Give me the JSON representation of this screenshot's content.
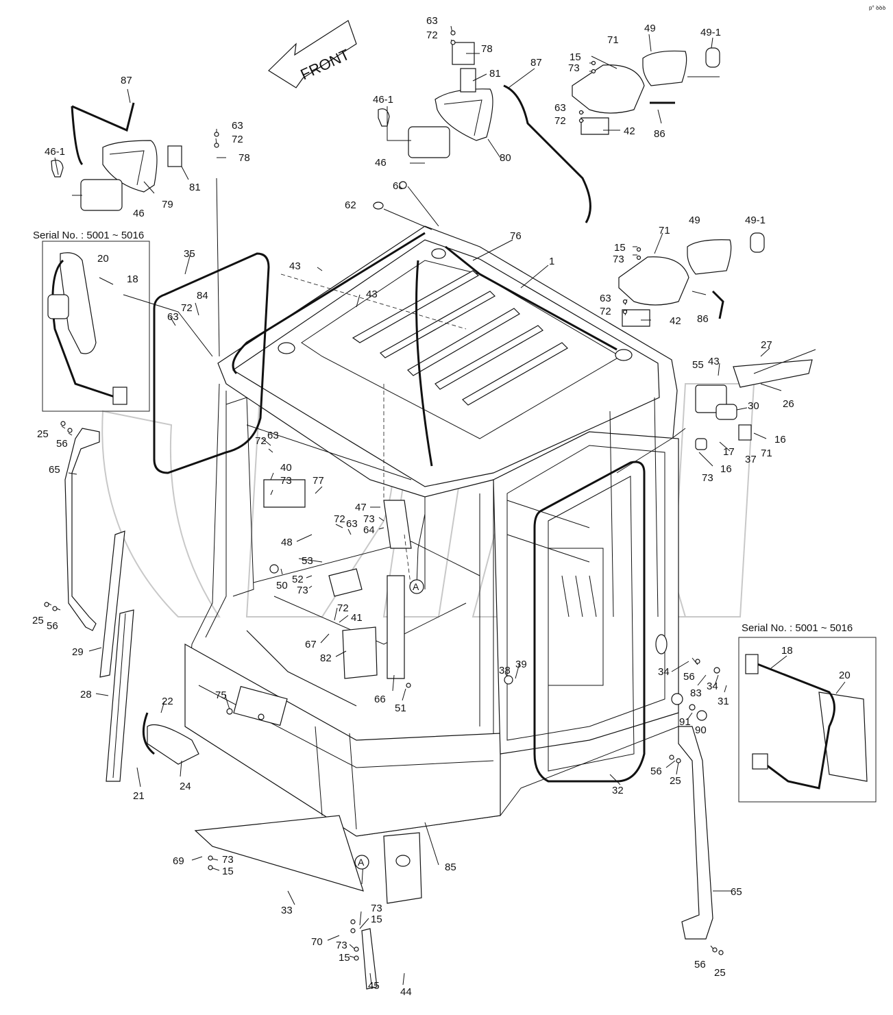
{
  "front_arrow_label": "FRONT",
  "marker_label": "A",
  "corner_mark": "p° ꝺꝺꝺ",
  "serial_box_left": {
    "text": "Serial No. : 5001 ~ 5016"
  },
  "serial_box_right": {
    "text": "Serial No. : 5001 ~ 5016"
  },
  "labels": {
    "l63a": "63",
    "l72a": "72",
    "l78a": "78",
    "l81a": "81",
    "l80": "80",
    "l87a": "87",
    "l71a": "71",
    "l49a": "49",
    "l491a": "49-1",
    "l15a": "15",
    "l73a": "73",
    "l63b": "63",
    "l72b": "72",
    "l42a": "42",
    "l86a": "86",
    "l461a": "46-1",
    "l46a": "46",
    "l87b": "87",
    "l461b": "46-1",
    "l79": "79",
    "l81b": "81",
    "l46b": "46",
    "l63c": "63",
    "l72c": "72",
    "l78b": "78",
    "l68": "68",
    "l62": "62",
    "l76": "76",
    "l1": "1",
    "l71b": "71",
    "l49b": "49",
    "l491b": "49-1",
    "l15b": "15",
    "l73b": "73",
    "l63d": "63",
    "l72d": "72",
    "l42b": "42",
    "l86b": "86",
    "l35": "35",
    "l43a": "43",
    "l43b": "43",
    "l84": "84",
    "l72e": "72",
    "l63e": "63",
    "l20a": "20",
    "l18a": "18",
    "l27": "27",
    "l55": "55",
    "l43c": "43",
    "l26": "26",
    "l30": "30",
    "l16a": "16",
    "l17": "17",
    "l37": "37",
    "l71c": "71",
    "l16b": "16",
    "l73c": "73",
    "l25a": "25",
    "l56a": "56",
    "l65a": "65",
    "l72f": "72",
    "l63f": "63",
    "l40": "40",
    "l73d": "73",
    "l77": "77",
    "l47": "47",
    "l73e": "73",
    "l64": "64",
    "l72g": "72",
    "l63g": "63",
    "l48": "48",
    "l53": "53",
    "l50": "50",
    "l52": "52",
    "l73f": "73",
    "l25b": "25",
    "l56b": "56",
    "l29": "29",
    "l72h": "72",
    "l41": "41",
    "l67": "67",
    "l82": "82",
    "l66": "66",
    "l51": "51",
    "l28": "28",
    "l38": "38",
    "l39": "39",
    "l22": "22",
    "l75": "75",
    "l21": "21",
    "l24": "24",
    "l34a": "34",
    "l56c": "56",
    "l83": "83",
    "l34b": "34",
    "l31": "31",
    "l91": "91",
    "l90": "90",
    "l56d": "56",
    "l25c": "25",
    "l32": "32",
    "l18b": "18",
    "l20b": "20",
    "l69": "69",
    "l73g": "73",
    "l15c": "15",
    "l85": "85",
    "l33": "33",
    "l73h": "73",
    "l15d": "15",
    "l70": "70",
    "l73i": "73",
    "l15e": "15",
    "l45": "45",
    "l44": "44",
    "l65b": "65",
    "l56e": "56",
    "l25d": "25"
  }
}
